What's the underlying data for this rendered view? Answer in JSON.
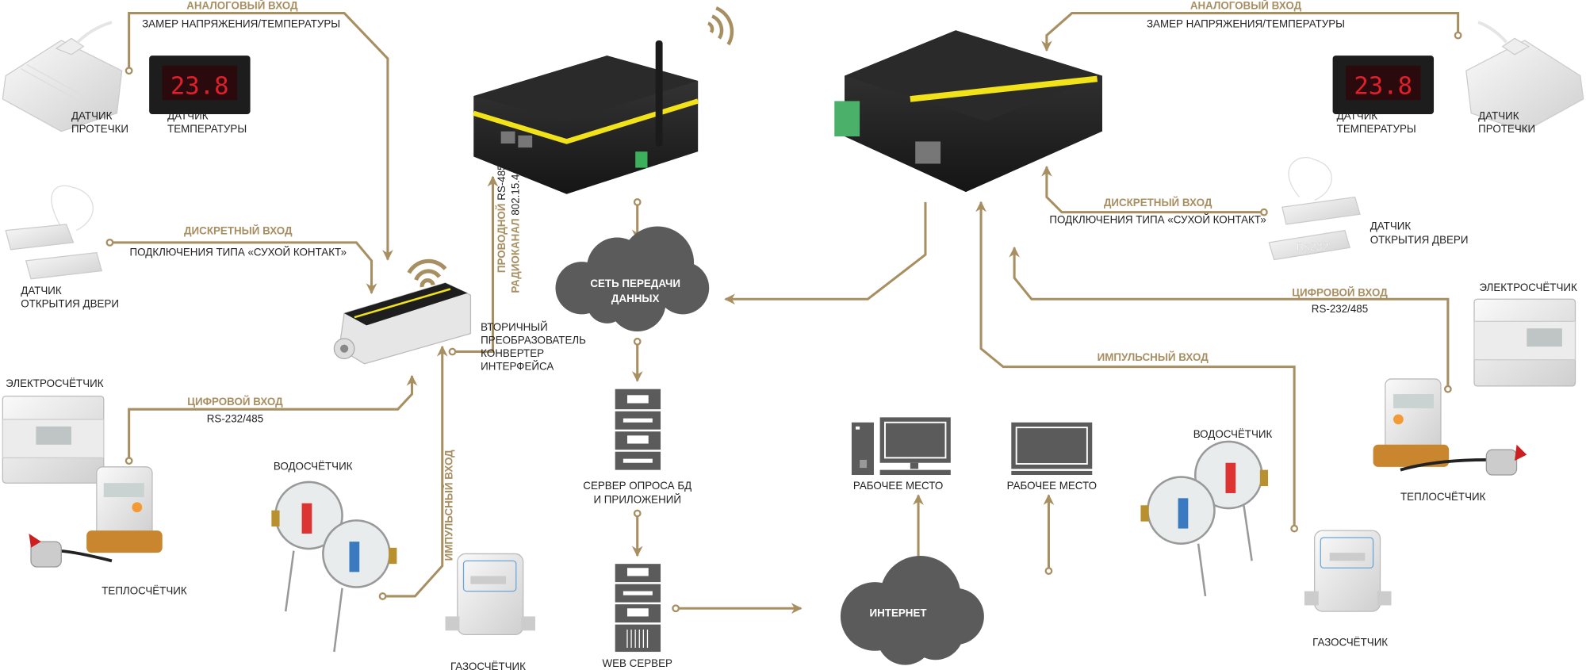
{
  "colors": {
    "connector": "#a88f62",
    "cloud": "#5b5b5b",
    "device_accent": "#f2e21a"
  },
  "left": {
    "analog": {
      "title": "АНАЛОГОВЫЙ ВХОД",
      "subtitle": "ЗАМЕР НАПРЯЖЕНИЯ/ТЕМПЕРАТУРЫ"
    },
    "leak_sensor": {
      "line1": "ДАТЧИК",
      "line2": "ПРОТЕЧКИ"
    },
    "temp_sensor": {
      "line1": "ДАТЧИК",
      "line2": "ТЕМПЕРАТУРЫ",
      "display": "23.8"
    },
    "discrete": {
      "title": "ДИСКРЕТНЫЙ ВХОД",
      "subtitle": "ПОДКЛЮЧЕНИЯ ТИПА «СУХОЙ КОНТАКТ»"
    },
    "door_sensor": {
      "line1": "ДАТЧИК",
      "line2": "ОТКРЫТИЯ ДВЕРИ"
    },
    "electricity_meter": "ЭЛЕКТРОСЧЁТЧИК",
    "digital": {
      "title": "ЦИФРОВОЙ ВХОД",
      "subtitle": "RS-232/485"
    },
    "heat_meter": "ТЕПЛОСЧЁТЧИК",
    "water_meter": "ВОДОСЧЁТЧИК",
    "impulse": {
      "title": "ИМПУЛЬСНЫЙ ВХОД"
    },
    "gas_meter": "ГАЗОСЧЁТЧИК",
    "converter": {
      "line1": "ВТОРИЧНЫЙ",
      "line2": "ПРЕОБРАЗОВАТЕЛЬ",
      "line3": "КОНВЕРТЕР",
      "line4": "ИНТЕРФЕЙСА"
    },
    "link": {
      "wired_bold": "ПРОВОДНОЙ",
      "wired": "RS-485",
      "radio_bold": "РАДИОКАНАЛ",
      "radio": "802.15.4"
    }
  },
  "center": {
    "network_cloud": {
      "line1": "СЕТЬ ПЕРЕДАЧИ",
      "line2": "ДАННЫХ"
    },
    "db_server": {
      "line1": "СЕРВЕР ОПРОСА БД",
      "line2": "И ПРИЛОЖЕНИЙ"
    },
    "web_server": "WEB СЕРВЕР",
    "internet": "ИНТЕРНЕТ",
    "workstation_1": "РАБОЧЕЕ МЕСТО",
    "workstation_2": "РАБОЧЕЕ МЕСТО"
  },
  "right": {
    "analog": {
      "title": "АНАЛОГОВЫЙ ВХОД",
      "subtitle": "ЗАМЕР НАПРЯЖЕНИЯ/ТЕМПЕРАТУРЫ"
    },
    "temp_sensor": {
      "line1": "ДАТЧИК",
      "line2": "ТЕМПЕРАТУРЫ",
      "display": "23.8"
    },
    "leak_sensor": {
      "line1": "ДАТЧИК",
      "line2": "ПРОТЕЧКИ"
    },
    "discrete": {
      "title": "ДИСКРЕТНЫЙ ВХОД",
      "subtitle": "ПОДКЛЮЧЕНИЯ ТИПА «СУХОЙ КОНТАКТ»"
    },
    "door_sensor": {
      "line1": "ДАТЧИК",
      "line2": "ОТКРЫТИЯ ДВЕРИ",
      "overlay": "Rs232"
    },
    "digital": {
      "title": "ЦИФРОВОЙ ВХОД",
      "subtitle": "RS-232/485"
    },
    "electricity_meter": "ЭЛЕКТРОСЧЁТЧИК",
    "impulse": {
      "title": "ИМПУЛЬСНЫЙ ВХОД"
    },
    "water_meter": "ВОДОСЧЁТЧИК",
    "heat_meter": "ТЕПЛОСЧЁТЧИК",
    "gas_meter": "ГАЗОСЧЁТЧИК"
  }
}
